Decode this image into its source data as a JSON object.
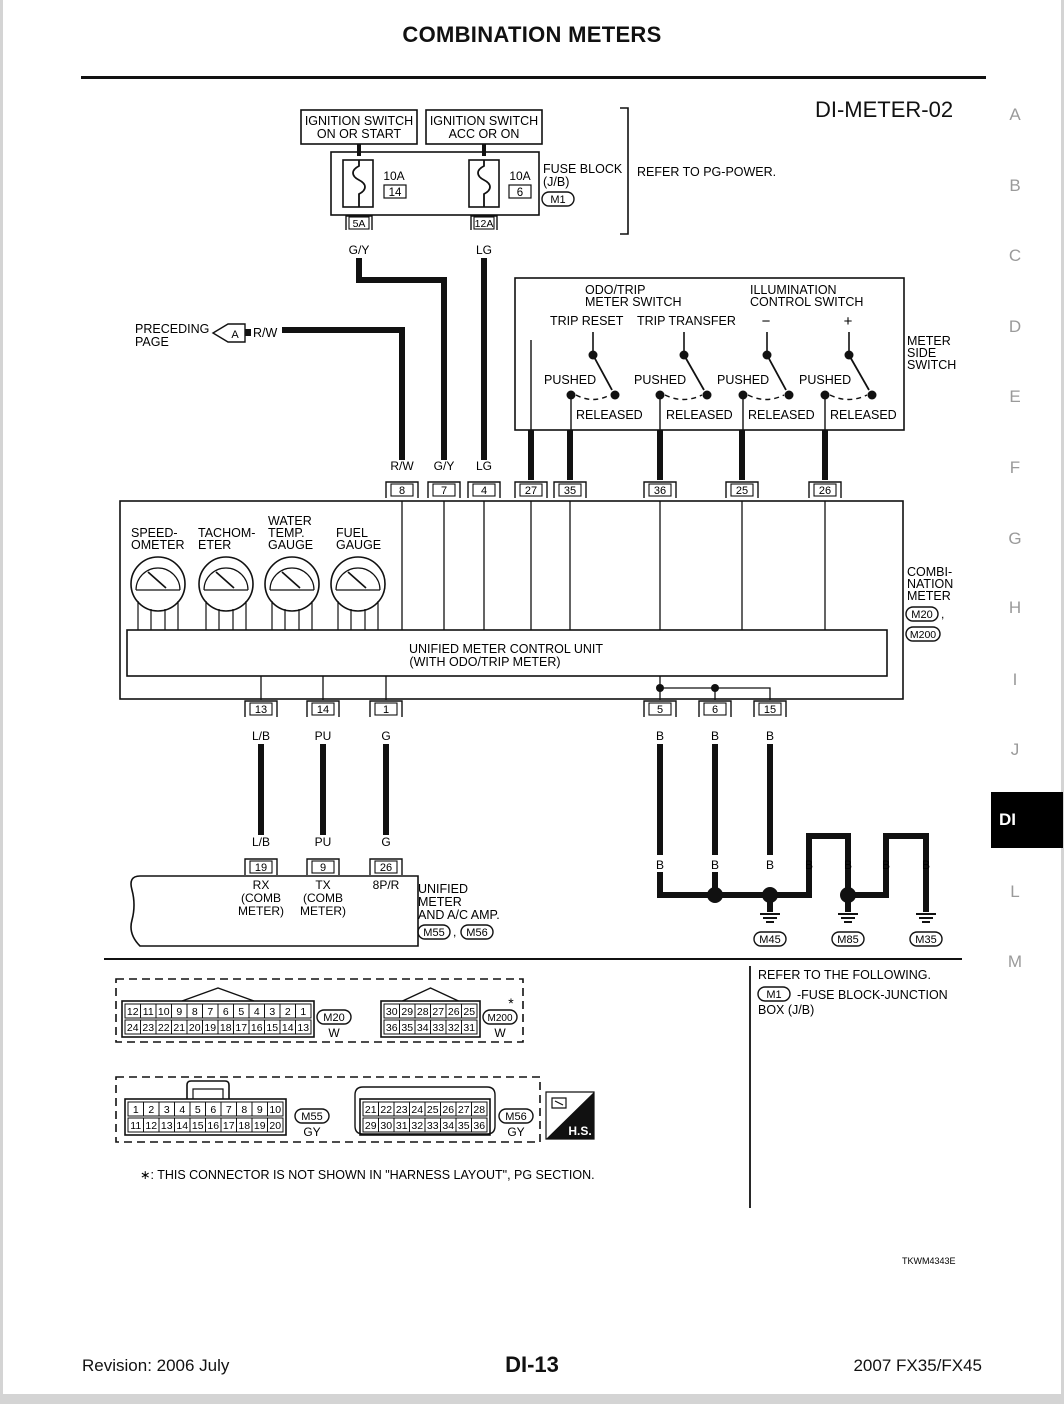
{
  "page": {
    "title": "COMBINATION METERS",
    "diagram_id": "DI-METER-02",
    "image_code": "TKWM4343E",
    "footer_left": "Revision: 2006 July",
    "footer_center": "DI-13",
    "footer_right": "2007 FX35/FX45"
  },
  "section_tabs": [
    "A",
    "B",
    "C",
    "D",
    "E",
    "F",
    "G",
    "H",
    "I",
    "J",
    "DI",
    "L",
    "M"
  ],
  "active_tab": "DI",
  "power": {
    "ign_on_start_1": "IGNITION SWITCH",
    "ign_on_start_2": "ON OR START",
    "ign_acc_1": "IGNITION SWITCH",
    "ign_acc_2": "ACC OR ON",
    "fuse1_amp": "10A",
    "fuse1_num": "14",
    "fuse2_amp": "10A",
    "fuse2_num": "6",
    "fuse_block_1": "FUSE BLOCK",
    "fuse_block_2": "(J/B)",
    "fuse_block_conn": "M1",
    "refer_power": "REFER TO PG-POWER.",
    "term1": "5A",
    "term2": "12A",
    "wire1": "G/Y",
    "wire2": "LG"
  },
  "preceding": {
    "label_1": "PRECEDING",
    "label_2": "PAGE",
    "marker": "A",
    "wire": "R/W"
  },
  "meter_switch": {
    "odo_1": "ODO/TRIP",
    "odo_2": "METER SWITCH",
    "illum_1": "ILLUMINATION",
    "illum_2": "CONTROL SWITCH",
    "trip_reset": "TRIP RESET",
    "trip_transfer": "TRIP TRANSFER",
    "minus": "−",
    "plus": "+",
    "pushed": "PUSHED",
    "released": "RELEASED",
    "side_1": "METER",
    "side_2": "SIDE",
    "side_3": "SWITCH"
  },
  "meter_top_pins": [
    {
      "wire": "R/W",
      "pin": "8"
    },
    {
      "wire": "G/Y",
      "pin": "7"
    },
    {
      "wire": "LG",
      "pin": "4"
    },
    {
      "wire": "",
      "pin": "27"
    },
    {
      "wire": "",
      "pin": "35"
    },
    {
      "wire": "",
      "pin": "36"
    },
    {
      "wire": "",
      "pin": "25"
    },
    {
      "wire": "",
      "pin": "26"
    }
  ],
  "gauges": {
    "speed_1": "SPEED-",
    "speed_2": "OMETER",
    "tach_1": "TACHOM-",
    "tach_2": "ETER",
    "water_1": "WATER",
    "water_2": "TEMP.",
    "water_3": "GAUGE",
    "fuel_1": "FUEL",
    "fuel_2": "GAUGE"
  },
  "control_unit": {
    "line1": "UNIFIED METER CONTROL UNIT",
    "line2": "(WITH ODO/TRIP METER)"
  },
  "combi_meter": {
    "l1": "COMBI-",
    "l2": "NATION",
    "l3": "METER",
    "conn1": "M20",
    "comma": ",",
    "conn2": "M200"
  },
  "bottom_pins": [
    {
      "pin": "13",
      "wire": "L/B"
    },
    {
      "pin": "14",
      "wire": "PU"
    },
    {
      "pin": "1",
      "wire": "G"
    },
    {
      "pin": "5",
      "wire": "B"
    },
    {
      "pin": "6",
      "wire": "B"
    },
    {
      "pin": "15",
      "wire": "B"
    }
  ],
  "amp_pins": [
    {
      "wire": "L/B",
      "pin": "19",
      "l1": "RX",
      "l2": "(COMB",
      "l3": "METER)"
    },
    {
      "wire": "PU",
      "pin": "9",
      "l1": "TX",
      "l2": "(COMB",
      "l3": "METER)"
    },
    {
      "wire": "G",
      "pin": "26",
      "l1": "8P/R",
      "l2": "",
      "l3": ""
    }
  ],
  "amp": {
    "l1": "UNIFIED",
    "l2": "METER",
    "l3": "AND A/C AMP.",
    "conn1": "M55",
    "comma": ",",
    "conn2": "M56"
  },
  "ground": {
    "wire": "B",
    "g1": "M45",
    "g2": "M85",
    "g3": "M35"
  },
  "refer": {
    "line1": "REFER TO THE FOLLOWING.",
    "conn": "M1",
    "line2": "-FUSE BLOCK-JUNCTION",
    "line3": "BOX (J/B)"
  },
  "connectors": {
    "m20_top": [
      "12",
      "11",
      "10",
      "9",
      "8",
      "7",
      "6",
      "5",
      "4",
      "3",
      "2",
      "1"
    ],
    "m20_bottom": [
      "24",
      "23",
      "22",
      "21",
      "20",
      "19",
      "18",
      "17",
      "16",
      "15",
      "14",
      "13"
    ],
    "m20_name": "M20",
    "m20_color": "W",
    "m200_top": [
      "30",
      "29",
      "28",
      "27",
      "26",
      "25"
    ],
    "m200_bottom": [
      "36",
      "35",
      "34",
      "33",
      "32",
      "31"
    ],
    "m200_name": "M200",
    "m200_color": "W",
    "m200_star": "*",
    "m55_top": [
      "1",
      "2",
      "3",
      "4",
      "5",
      "6",
      "7",
      "8",
      "9",
      "10"
    ],
    "m55_bottom": [
      "11",
      "12",
      "13",
      "14",
      "15",
      "16",
      "17",
      "18",
      "19",
      "20"
    ],
    "m55_name": "M55",
    "m55_color": "GY",
    "m56_top": [
      "21",
      "22",
      "23",
      "24",
      "25",
      "26",
      "27",
      "28"
    ],
    "m56_bottom": [
      "29",
      "30",
      "31",
      "32",
      "33",
      "34",
      "35",
      "36"
    ],
    "m56_name": "M56",
    "m56_color": "GY",
    "hs": "H.S."
  },
  "note": "∗: THIS CONNECTOR IS NOT SHOWN IN \"HARNESS LAYOUT\", PG SECTION."
}
